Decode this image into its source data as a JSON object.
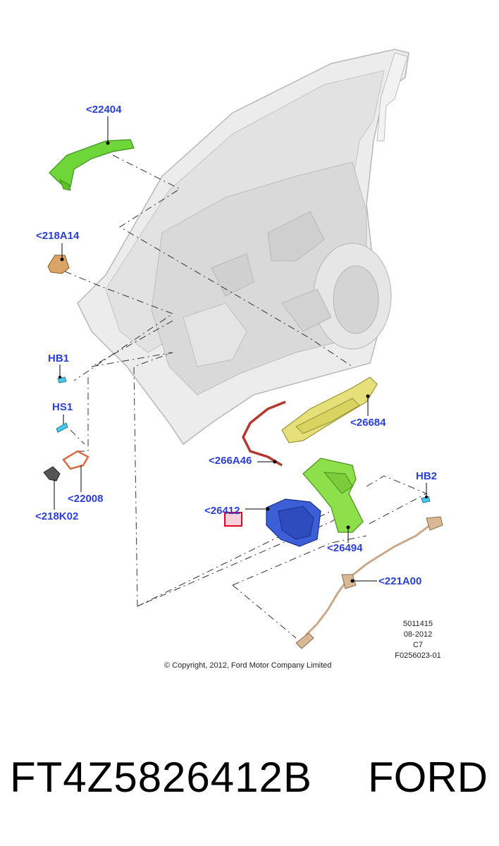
{
  "callouts": {
    "c22404": "<22404",
    "c218A14": "<218A14",
    "cHB1": "HB1",
    "cHS1": "HS1",
    "c22008": "<22008",
    "c218K02": "<218K02",
    "c26684": "<26684",
    "c266A46": "<266A46",
    "c26412": "<26412",
    "c26494": "<26494",
    "cHB2": "HB2",
    "c221A00": "<221A00"
  },
  "meta": {
    "line1": "5011415",
    "line2": "08-2012",
    "line3": "C7",
    "line4": "F0256023-01"
  },
  "copyright": "© Copyright, 2012, Ford Motor Company Limited",
  "footer": {
    "part_number": "FT4Z5826412B",
    "brand": "FORD"
  },
  "colors": {
    "callout_blue": "#2a3fd6",
    "handle_green": "#6fd63a",
    "module_yellow": "#e6e07a",
    "latch_blue": "#3c5fd8",
    "bracket_green": "#8ee04a",
    "highlight_red": "#e0001a"
  }
}
